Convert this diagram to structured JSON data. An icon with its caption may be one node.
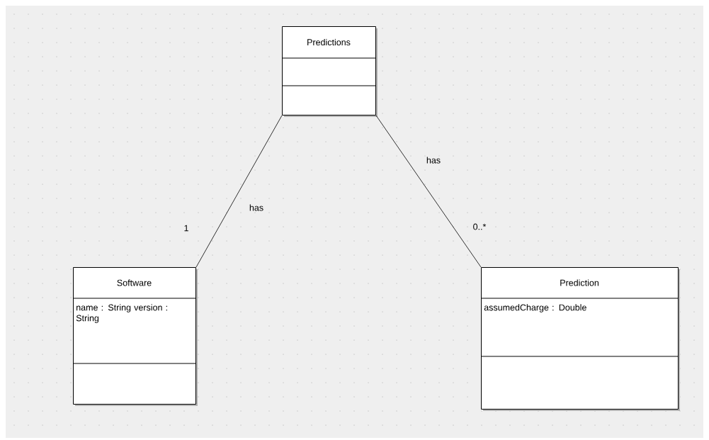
{
  "diagram": {
    "nodes": [
      {
        "text": [
          "Predictions"
        ]
      },
      {
        "text": [
          "Software",
          "name : String version : String"
        ]
      },
      {
        "text": [
          "Prediction",
          "assumedCharge : Double"
        ]
      }
    ],
    "edges": [
      {
        "from": 0,
        "to": 1,
        "arrow": "none",
        "label": "has"
      },
      {
        "from": 0,
        "to": 2,
        "arrow": "none",
        "label": "has"
      }
    ],
    "labels": [
      "1",
      "0..*"
    ]
  }
}
